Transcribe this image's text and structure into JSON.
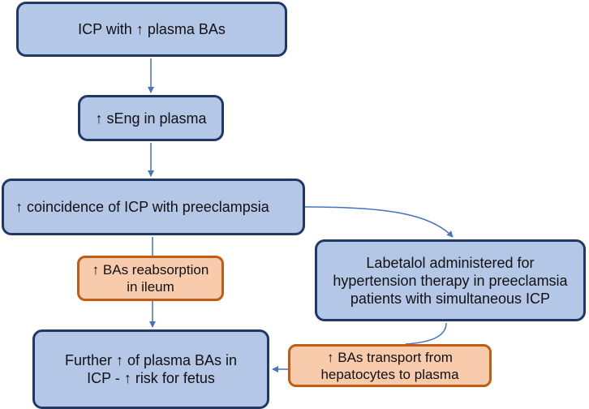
{
  "diagram": {
    "nodes": {
      "icp": "ICP with ↑ plasma BAs",
      "seng": "↑ sEng in plasma",
      "preeclampsia": "↑ coincidence of ICP with preeclampsia",
      "labetalol": "Labetalol administered for\nhypertension therapy in preeclamsia\npatients with simultaneous ICP",
      "reabsorption": "↑ BAs reabsorption\nin ileum",
      "further": "Further ↑ of plasma BAs in\nICP - ↑ risk for fetus",
      "transport": "↑ BAs transport from\nhepatocytes to plasma"
    },
    "edges": [
      {
        "from": "icp",
        "to": "seng"
      },
      {
        "from": "seng",
        "to": "preeclampsia"
      },
      {
        "from": "preeclampsia",
        "to": "further",
        "via": "reabsorption"
      },
      {
        "from": "preeclampsia",
        "to": "labetalol"
      },
      {
        "from": "labetalol",
        "to": "further",
        "via": "transport"
      }
    ],
    "colors": {
      "primary_fill": "#b4c7e7",
      "primary_border": "#1f3864",
      "secondary_fill": "#f8cbad",
      "secondary_border": "#c55a11",
      "arrow": "#4472c4"
    }
  }
}
